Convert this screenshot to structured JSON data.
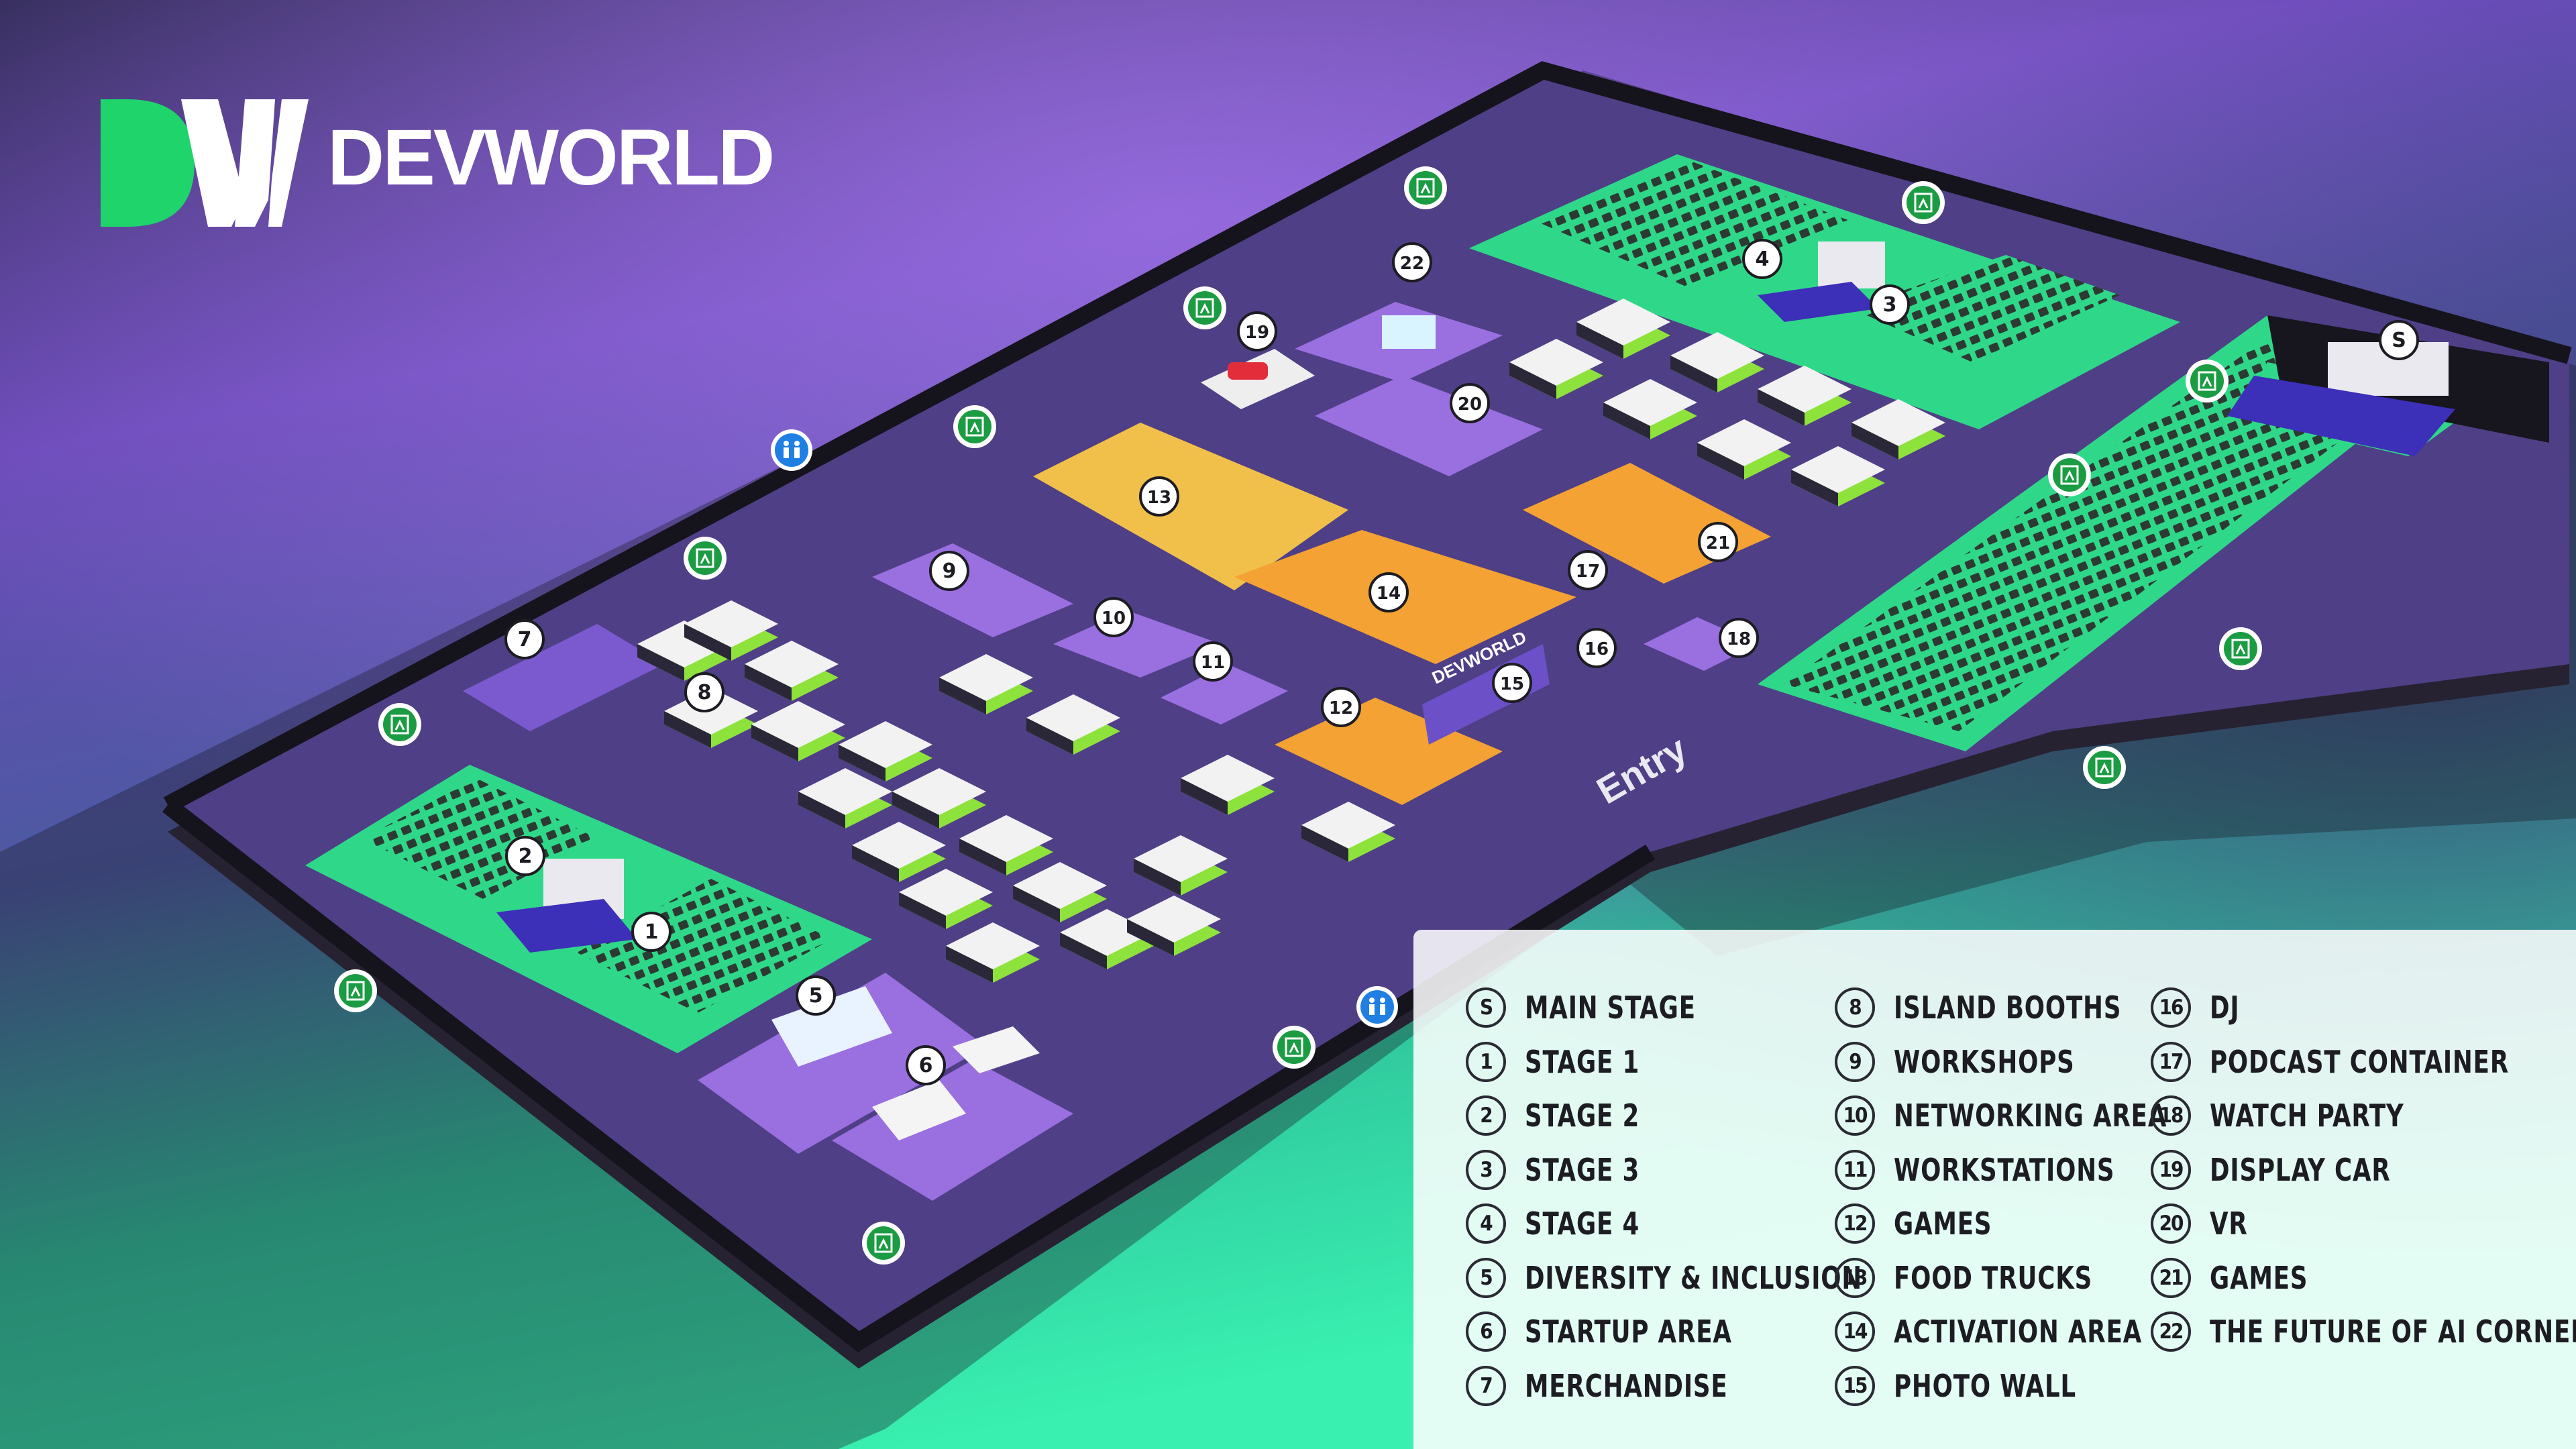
{
  "brand": {
    "name": "DEVWORLD",
    "colors": {
      "green": "#1fd46b",
      "white": "#ffffff"
    }
  },
  "map": {
    "entry_label": "Entry",
    "booth_sign": "DEVWORLD",
    "colors": {
      "floor": "#4f3f86",
      "wall": "#1e1c28",
      "stage_green": "#2fd889",
      "zone_purple": "#9a6fe0",
      "zone_orange": "#f3a233",
      "food_yellow": "#f1c04a",
      "booth_top": "#f2f2f2",
      "booth_trim": "#8ee23c",
      "exit_green": "#1b9c43",
      "restroom_blue": "#1f7fe3"
    },
    "exit_icon": "emergency-exit-icon",
    "restroom_icon": "restroom-icon",
    "markers": [
      "S",
      "1",
      "2",
      "3",
      "4",
      "5",
      "6",
      "7",
      "8",
      "9",
      "10",
      "11",
      "12",
      "13",
      "14",
      "15",
      "16",
      "17",
      "18",
      "19",
      "20",
      "21",
      "22"
    ]
  },
  "legend": {
    "columns": [
      [
        {
          "num": "S",
          "label": "MAIN STAGE"
        },
        {
          "num": "1",
          "label": "STAGE 1"
        },
        {
          "num": "2",
          "label": "STAGE 2"
        },
        {
          "num": "3",
          "label": "STAGE 3"
        },
        {
          "num": "4",
          "label": "STAGE 4"
        },
        {
          "num": "5",
          "label": "DIVERSITY & INCLUSION"
        },
        {
          "num": "6",
          "label": "STARTUP AREA"
        },
        {
          "num": "7",
          "label": "MERCHANDISE"
        }
      ],
      [
        {
          "num": "8",
          "label": "ISLAND BOOTHS"
        },
        {
          "num": "9",
          "label": "WORKSHOPS"
        },
        {
          "num": "10",
          "label": "NETWORKING AREA"
        },
        {
          "num": "11",
          "label": "WORKSTATIONS"
        },
        {
          "num": "12",
          "label": "GAMES"
        },
        {
          "num": "13",
          "label": "FOOD TRUCKS"
        },
        {
          "num": "14",
          "label": "ACTIVATION AREA"
        },
        {
          "num": "15",
          "label": "PHOTO WALL"
        }
      ],
      [
        {
          "num": "16",
          "label": "DJ"
        },
        {
          "num": "17",
          "label": "PODCAST CONTAINER"
        },
        {
          "num": "18",
          "label": "WATCH PARTY"
        },
        {
          "num": "19",
          "label": "DISPLAY CAR"
        },
        {
          "num": "20",
          "label": "VR"
        },
        {
          "num": "21",
          "label": "GAMES"
        },
        {
          "num": "22",
          "label": "THE FUTURE OF AI CORNER"
        }
      ]
    ]
  }
}
